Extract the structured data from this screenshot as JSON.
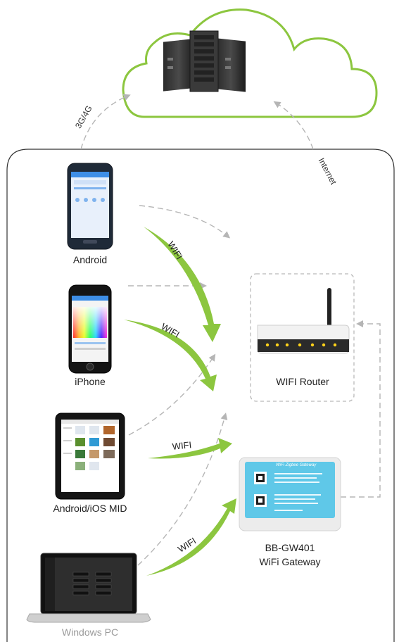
{
  "diagram": {
    "devices": {
      "android": "Android",
      "iphone": "iPhone",
      "tablet": "Android/iOS MID",
      "pc": "Windows PC"
    },
    "router": "WIFI Router",
    "gateway": {
      "model": "BB-GW401",
      "name": "WiFi Gateway",
      "device_title": "WiFi Zigbee Gateway"
    },
    "links": {
      "cellular": "3G/4G",
      "internet": "Internet",
      "wifi_android": "WIFI",
      "wifi_iphone": "WIFI",
      "wifi_tablet": "WIFI",
      "wifi_pc": "WIFI"
    },
    "colors": {
      "cloud_outline": "#8cc63f",
      "wifi_arrow": "#8cc63f",
      "dashed_arrow": "#b5b5b5",
      "frame": "#333333",
      "router_box": "#b9b9b9",
      "gateway_panel": "#5fc8e8"
    },
    "icons": [
      "server-icon",
      "smartphone-icon",
      "tablet-icon",
      "laptop-icon",
      "router-icon",
      "gateway-icon"
    ]
  }
}
